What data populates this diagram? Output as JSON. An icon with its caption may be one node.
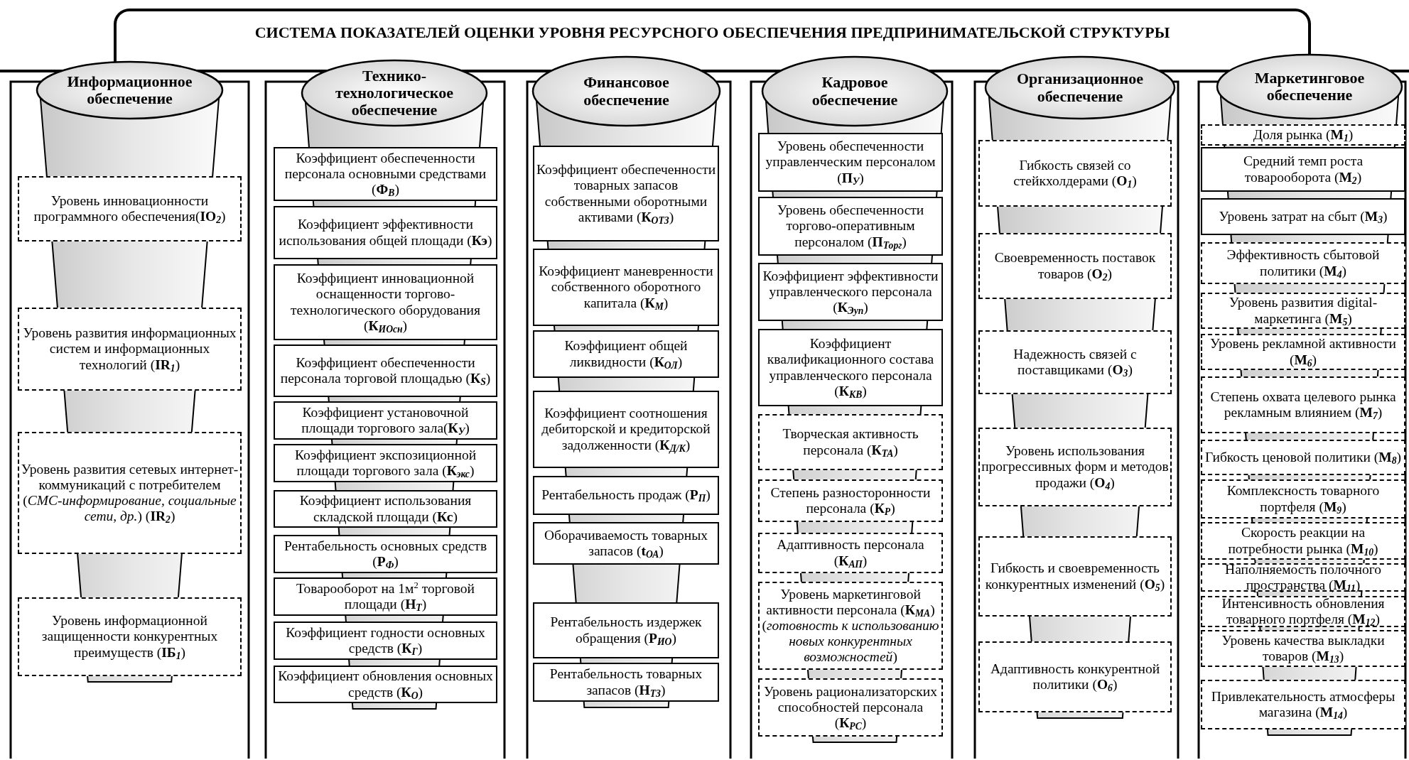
{
  "diagram": {
    "nodes": [
      {
        "text": [
          "СИСТЕМА ПОКАЗАТЕЛЕЙ ОЦЕНКИ УРОВНЯ РЕСУРСНОГО ОБЕСПЕЧЕНИЯ ПРЕДПРИНИМАТЕЛЬСКОЙ СТРУКТУРЫ"
        ]
      },
      {
        "text": [
          "Информационное обеспечение"
        ]
      },
      {
        "text": [
          "Уровень инновационности программного обеспечения(**IO**$_{2}$)"
        ],
        "in": 1
      },
      {
        "text": [
          "Уровень развития информационных систем и информационных технологий (**IR**$_{1}$)"
        ],
        "in": 1
      },
      {
        "text": [
          "Уровень развития сетевых интернет-коммуникаций с потребителем (*СМС-информирование, социальные сети, др.*) (**IR**$_{2}$)"
        ],
        "in": 1
      },
      {
        "text": [
          "Уровень информационной защищенности конкурентных преимуществ (**IБ**$_{1}$)"
        ],
        "in": 1
      },
      {
        "text": [
          "Технико-технологическое обеспечение"
        ]
      },
      {
        "text": [
          "Коэффициент обеспеченности персонала основными средствами (**Ф**$_{В}$)"
        ],
        "in": 6
      },
      {
        "text": [
          "Коэффициент эффективности использования общей площади (**Кэ**)"
        ],
        "in": 6
      },
      {
        "text": [
          "Коэффициент инновационной оснащенности торгово-технологического оборудования (**К**$_{ИОсн}$)"
        ],
        "in": 6
      },
      {
        "text": [
          "Коэффициент обеспеченности персонала торговой площадью (**К**$_{S}$)"
        ],
        "in": 6
      },
      {
        "text": [
          "Коэффициент установочной площади торгового зала(**К**$_{У}$)"
        ],
        "in": 6
      },
      {
        "text": [
          "Коэффициент экспозиционной площади торгового зала (**К**$_{экс}$)"
        ],
        "in": 6
      },
      {
        "text": [
          "Коэффициент использования складской площади (**Кс**)"
        ],
        "in": 6
      },
      {
        "text": [
          "Рентабельность основных средств (**Р**$_{Ф}$)"
        ],
        "in": 6
      },
      {
        "text": [
          "Товарооборот на 1м$^{2}$ торговой площади (**Н**$_{Т}$)"
        ],
        "in": 6
      },
      {
        "text": [
          "Коэффициент годности основных средств (**К**$_{Г}$)"
        ],
        "in": 6
      },
      {
        "text": [
          "Коэффициент обновления основных средств (**К**$_{О}$)"
        ],
        "in": 6
      },
      {
        "text": [
          "Финансовое обеспечение"
        ]
      },
      {
        "text": [
          "Коэффициент обеспеченности товарных запасов собственными оборотными активами (**К**$_{ОТЗ}$)"
        ],
        "in": 18
      },
      {
        "text": [
          "Коэффициент маневренности собственного оборотного капитала (**К**$_{М}$)"
        ],
        "in": 18
      },
      {
        "text": [
          "Коэффициент общей ликвидности (**К**$_{ОЛ}$)"
        ],
        "in": 18
      },
      {
        "text": [
          "Коэффициент соотношения дебиторской и кредиторской задолженности (**К**$_{Д/К}$)"
        ],
        "in": 18
      },
      {
        "text": [
          "Рентабельность продаж (**Р**$_{П}$)"
        ],
        "in": 18
      },
      {
        "text": [
          "Оборачиваемость товарных запасов (**t**$_{ОА}$)"
        ],
        "in": 18
      },
      {
        "text": [
          "Рентабельность издержек обращения (**Р**$_{ИО}$)"
        ],
        "in": 18
      },
      {
        "text": [
          "Рентабельность товарных запасов (**Н**$_{ТЗ}$)"
        ],
        "in": 18
      },
      {
        "text": [
          "Кадровое обеспечение"
        ]
      },
      {
        "text": [
          "Уровень обеспеченности управленческим персоналом (**П**$_{У}$)"
        ],
        "in": 27
      },
      {
        "text": [
          "Уровень обеспеченности торгово-оперативным персоналом (**П**$_{Торг}$)"
        ],
        "in": 27
      },
      {
        "text": [
          "Коэффициент эффективности управленческого персонала (**К**$_{Эуп}$)"
        ],
        "in": 27
      },
      {
        "text": [
          "Коэффициент квалификационного состава управленческого персонала (**К**$_{КВ}$)"
        ],
        "in": 27
      },
      {
        "text": [
          "Творческая активность персонала (**К**$_{ТА}$)"
        ],
        "in": 27
      },
      {
        "text": [
          "Степень разносторонности персонала (**К**$_{Р}$)"
        ],
        "in": 27
      },
      {
        "text": [
          "Адаптивность персонала (**К**$_{АП}$)"
        ],
        "in": 27
      },
      {
        "text": [
          "Уровень маркетинговой активности персонала (**К**$_{МА}$) (*готовность к использованию новых конкурентных возможностей*)"
        ],
        "in": 27
      },
      {
        "text": [
          "Уровень рационализаторских способностей персонала (**К**$_{РС}$)"
        ],
        "in": 27
      },
      {
        "text": [
          "Организационное обеспечение"
        ]
      },
      {
        "text": [
          "Гибкость связей со стейкхолдерами (**О**$_{1}$)"
        ],
        "in": 37
      },
      {
        "text": [
          "Своевременность поставок товаров (**О**$_{2}$)"
        ],
        "in": 37
      },
      {
        "text": [
          "Надежность связей с поставщиками (**О**$_{3}$)"
        ],
        "in": 37
      },
      {
        "text": [
          "Уровень использования прогрессивных форм и методов продажи (**О**$_{4}$)"
        ],
        "in": 37
      },
      {
        "text": [
          "Гибкость и своевременность конкурентных изменений (**О**$_{5}$)"
        ],
        "in": 37
      },
      {
        "text": [
          "Адаптивность конкурентной политики (**О**$_{6}$)"
        ],
        "in": 37
      },
      {
        "text": [
          "Маркетинговое обеспечение"
        ]
      },
      {
        "text": [
          "Доля рынка (**М**$_{1}$)"
        ],
        "in": 44
      },
      {
        "text": [
          "Средний темп роста товарооборота (**М**$_{2}$)"
        ],
        "in": 44
      },
      {
        "text": [
          "Уровень затрат на сбыт (**М**$_{3}$)"
        ],
        "in": 44
      },
      {
        "text": [
          "Эффективность сбытовой политики (**М**$_{4}$)"
        ],
        "in": 44
      },
      {
        "text": [
          "Уровень развития digital-маркетинга (**М**$_{5}$)"
        ],
        "in": 44
      },
      {
        "text": [
          "Уровень рекламной активности (**М**$_{6}$)"
        ],
        "in": 44
      },
      {
        "text": [
          "Степень охвата целевого рынка рекламным влиянием (**М**$_{7}$)"
        ],
        "in": 44
      },
      {
        "text": [
          "Гибкость ценовой политики (**М**$_{8}$)"
        ],
        "in": 44
      },
      {
        "text": [
          "Комплексность товарного портфеля (**М**$_{9}$)"
        ],
        "in": 44
      },
      {
        "text": [
          "Скорость реакции на потребности рынка (**М**$_{10}$)"
        ],
        "in": 44
      },
      {
        "text": [
          "Наполняемость полочного пространства (**М**$_{11}$)"
        ],
        "in": 44
      },
      {
        "text": [
          "Интенсивность обновления товарного портфеля (**М**$_{12}$)"
        ],
        "in": 44
      },
      {
        "text": [
          "Уровень качества выкладки товаров (**М**$_{13}$)"
        ],
        "in": 44
      },
      {
        "text": [
          "Привлекательность атмосферы магазина (**М**$_{14}$)"
        ],
        "in": 44
      }
    ]
  }
}
